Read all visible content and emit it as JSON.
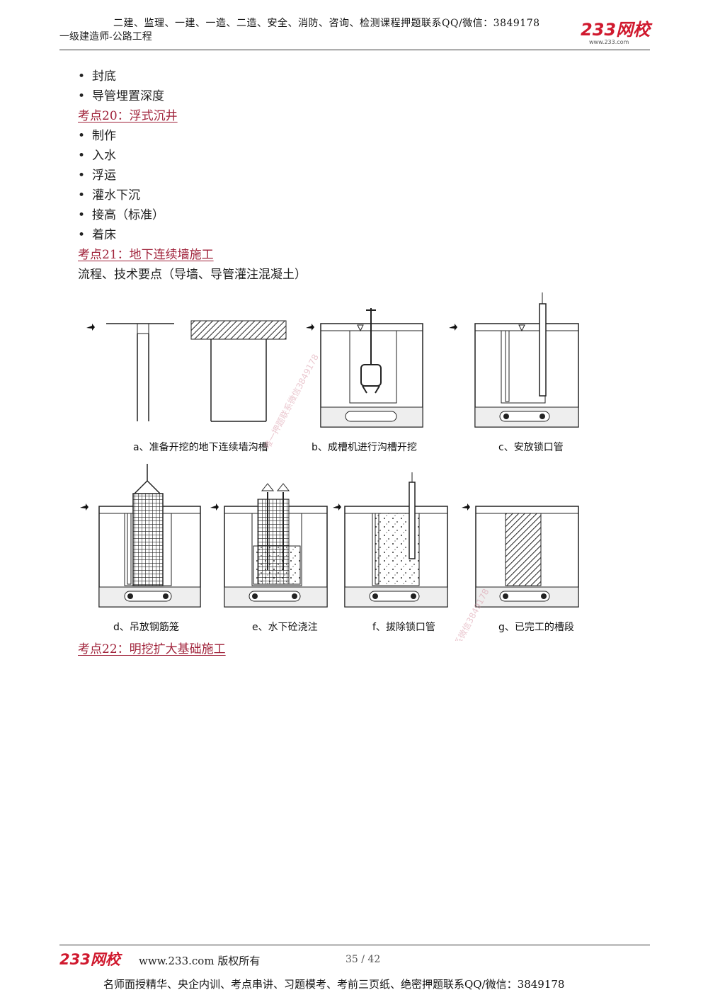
{
  "header": {
    "banner": "二建、监理、一建、一造、二造、安全、消防、咨询、检测课程押题联系QQ/微信：3849178",
    "subtitle": "一级建造师-公路工程",
    "logo_text": "233网校",
    "logo_url": "www.233.com"
  },
  "content": {
    "bullets_top": [
      "封底",
      "导管埋置深度"
    ],
    "heading_20": "考点20：浮式沉井",
    "bullets_20": [
      "制作",
      "入水",
      "浮运",
      "灌水下沉",
      "接高（标准）",
      "着床"
    ],
    "heading_21": "考点21：地下连续墙施工",
    "text_21": "流程、技术要点（导墙、导管灌注混凝土）",
    "heading_22": "考点22：明挖扩大基础施工"
  },
  "figure": {
    "captions": [
      "a、准备开挖的地下连续墙沟槽",
      "b、成槽机进行沟槽开挖",
      "c、安放锁口管",
      "d、吊放钢筋笼",
      "e、水下砼浇注",
      "f、拔除锁口管",
      "g、已完工的槽段"
    ],
    "watermark_1": "唯一押题联系微信3849178",
    "watermark_2": "唯一联系微信3849178"
  },
  "footer": {
    "logo_text": "233网校",
    "site": "www.233.com 版权所有",
    "page": "35 / 42",
    "banner": "名师面授精华、央企内训、考点串讲、习题模考、考前三页纸、绝密押题联系QQ/微信：3849178"
  },
  "colors": {
    "heading": "#a0223a",
    "logo_red": "#d0192e"
  }
}
